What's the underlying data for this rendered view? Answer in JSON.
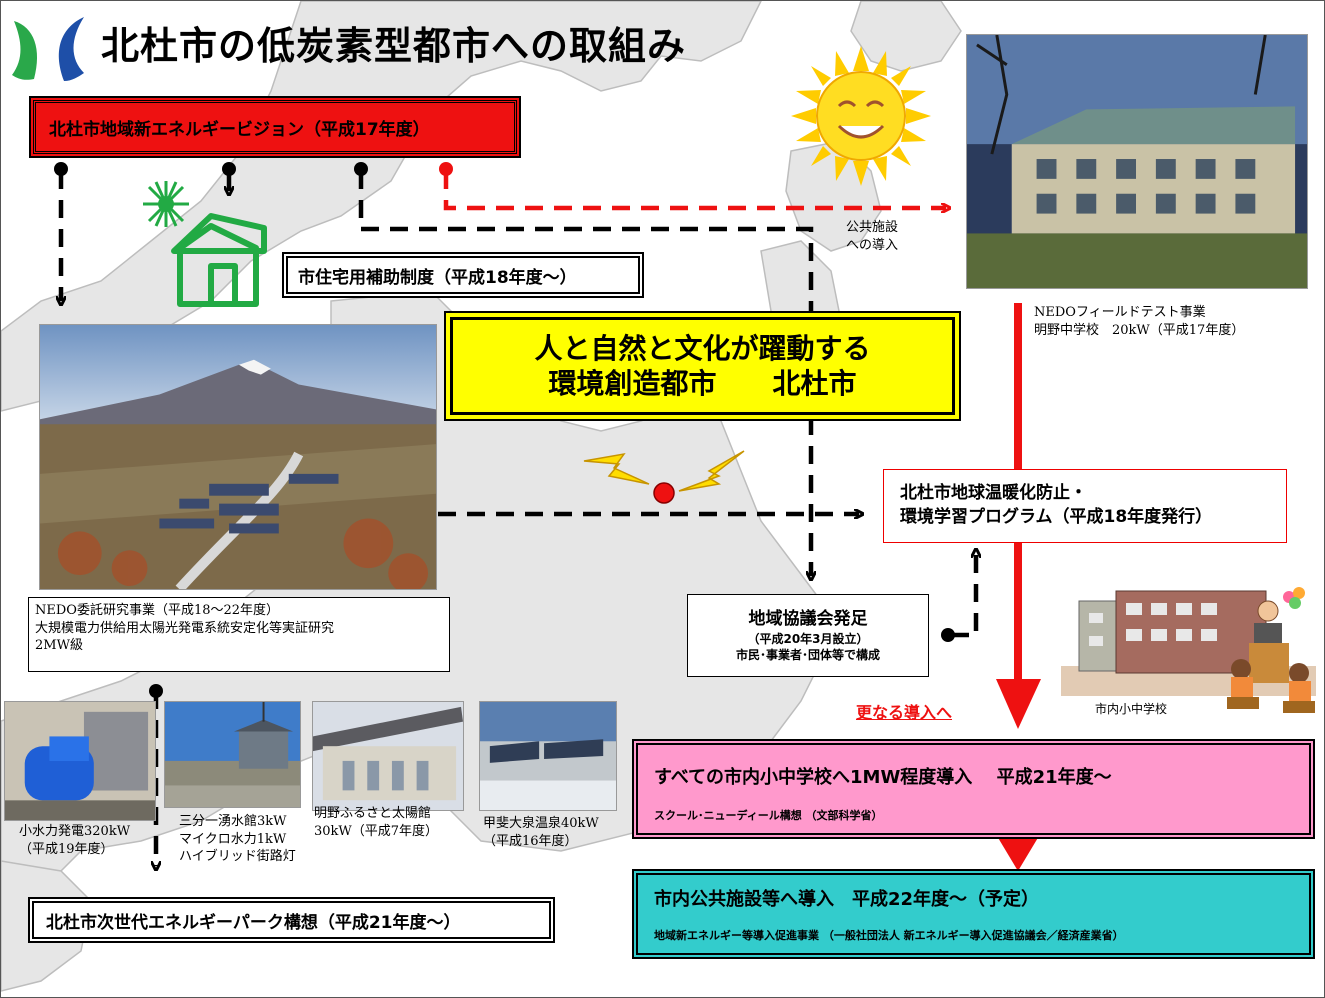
{
  "page": {
    "title": "北杜市の低炭素型都市への取組み"
  },
  "boxes": {
    "vision": "北杜市地域新エネルギービジョン（平成17年度）",
    "subsidy": "市住宅用補助制度（平成18年度〜）",
    "slogan_line1": "人と自然と文化が躍動する",
    "slogan_line2": "環境創造都市　　北杜市",
    "program_line1": "北杜市地球温暖化防止・",
    "program_line2": "環境学習プログラム（平成18年度発行）",
    "council_title": "地域協議会発足",
    "council_sub1": "（平成20年3月設立）",
    "council_sub2": "市民･事業者･団体等で構成",
    "nedo_research_line1": "NEDO委託研究事業（平成18〜22年度）",
    "nedo_research_line2": "大規模電力供給用太陽光発電系統安定化等実証研究",
    "nedo_research_line3": "2MW級",
    "schools_title": "すべての市内小中学校へ1MW程度導入　 平成21年度〜",
    "schools_sub": "スクール･ニューディール構想 （文部科学省）",
    "public_title": "市内公共施設等へ導入　平成22年度〜（予定）",
    "public_sub": "地域新エネルギー等導入促進事業 （一般社団法人 新エネルギー導入促進協議会／経済産業省）",
    "park": "北杜市次世代エネルギーパーク構想（平成21年度〜）"
  },
  "captions": {
    "public_facility_1": "公共施設",
    "public_facility_2": "への導入",
    "nedo_field_1": "NEDOフィールドテスト事業",
    "nedo_field_2": "明野中学校　20kW（平成17年度）",
    "school_label": "市内小中学校",
    "more_intro": "更なる導入へ",
    "hydro_1": "小水力発電320kW",
    "hydro_2": "（平成19年度）",
    "sanbu_1": "三分一湧水館3kW",
    "sanbu_2": "マイクロ水力1kW",
    "sanbu_3": "ハイブリッド街路灯",
    "akeno_1": "明野ふるさと太陽館",
    "akeno_2": "30kW（平成7年度）",
    "kai_1": "甲斐大泉温泉40kW",
    "kai_2": "（平成16年度）"
  },
  "icons": {
    "logo": "city-logo-icon",
    "sun": "smiling-sun-icon",
    "house": "house-icon",
    "spark": "spark-icon",
    "lightning": "lightning-icon",
    "school": "school-teacher-icon"
  },
  "colors": {
    "red": "#ee1111",
    "yellow": "#ffff00",
    "pink": "#ff99cc",
    "teal": "#33cccc",
    "map_gray": "#e6e6e6",
    "house_green": "#22aa44"
  }
}
